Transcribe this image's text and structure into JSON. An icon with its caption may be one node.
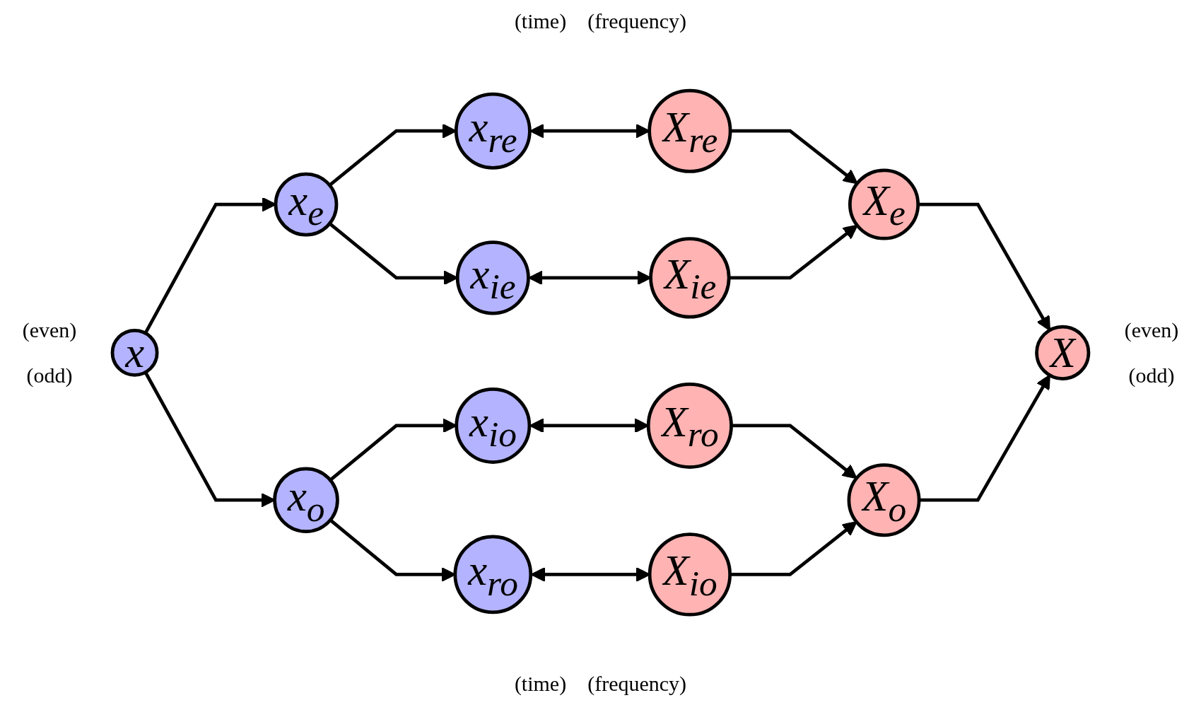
{
  "diagram": {
    "nodes": [
      {
        "text": [
          "x"
        ]
      },
      {
        "text": [
          "x$_{e}$"
        ]
      },
      {
        "text": [
          "x$_{re}$"
        ]
      },
      {
        "text": [
          "x$_{ie}$"
        ]
      },
      {
        "text": [
          "x$_{o}$"
        ]
      },
      {
        "text": [
          "x$_{ro}$"
        ]
      },
      {
        "text": [
          "x$_{io}$"
        ]
      },
      {
        "text": [
          "X$_{re}$"
        ]
      },
      {
        "text": [
          "X$_{ie}$"
        ]
      },
      {
        "text": [
          "X$_{e}$"
        ]
      },
      {
        "text": [
          "X$_{ro}$"
        ]
      },
      {
        "text": [
          "X$_{io}$"
        ]
      },
      {
        "text": [
          "X$_{o}$"
        ]
      },
      {
        "text": [
          "X"
        ]
      }
    ],
    "edges": [
      {
        "from": 0,
        "to": 1,
        "arrow": "to"
      },
      {
        "from": 0,
        "to": 4,
        "arrow": "to"
      },
      {
        "from": 1,
        "to": 2,
        "arrow": "to"
      },
      {
        "from": 1,
        "to": 3,
        "arrow": "to"
      },
      {
        "from": 4,
        "to": 5,
        "arrow": "to"
      },
      {
        "from": 4,
        "to": 6,
        "arrow": "to"
      },
      {
        "from": 2,
        "to": 7,
        "arrow": "both"
      },
      {
        "from": 3,
        "to": 8,
        "arrow": "both"
      },
      {
        "from": 5,
        "to": 11,
        "arrow": "both"
      },
      {
        "from": 6,
        "to": 10,
        "arrow": "both"
      },
      {
        "from": 7,
        "to": 9,
        "arrow": "to"
      },
      {
        "from": 8,
        "to": 9,
        "arrow": "to"
      },
      {
        "from": 10,
        "to": 12,
        "arrow": "to"
      },
      {
        "from": 11,
        "to": 12,
        "arrow": "to"
      },
      {
        "from": 9,
        "to": 13,
        "arrow": "to"
      },
      {
        "from": 12,
        "to": 13,
        "arrow": "to"
      }
    ],
    "labels": [
      "(time)",
      "(frequency)",
      "(even)",
      "(even)",
      "(odd)",
      "(odd)",
      "(time)",
      "(frequency)"
    ]
  }
}
